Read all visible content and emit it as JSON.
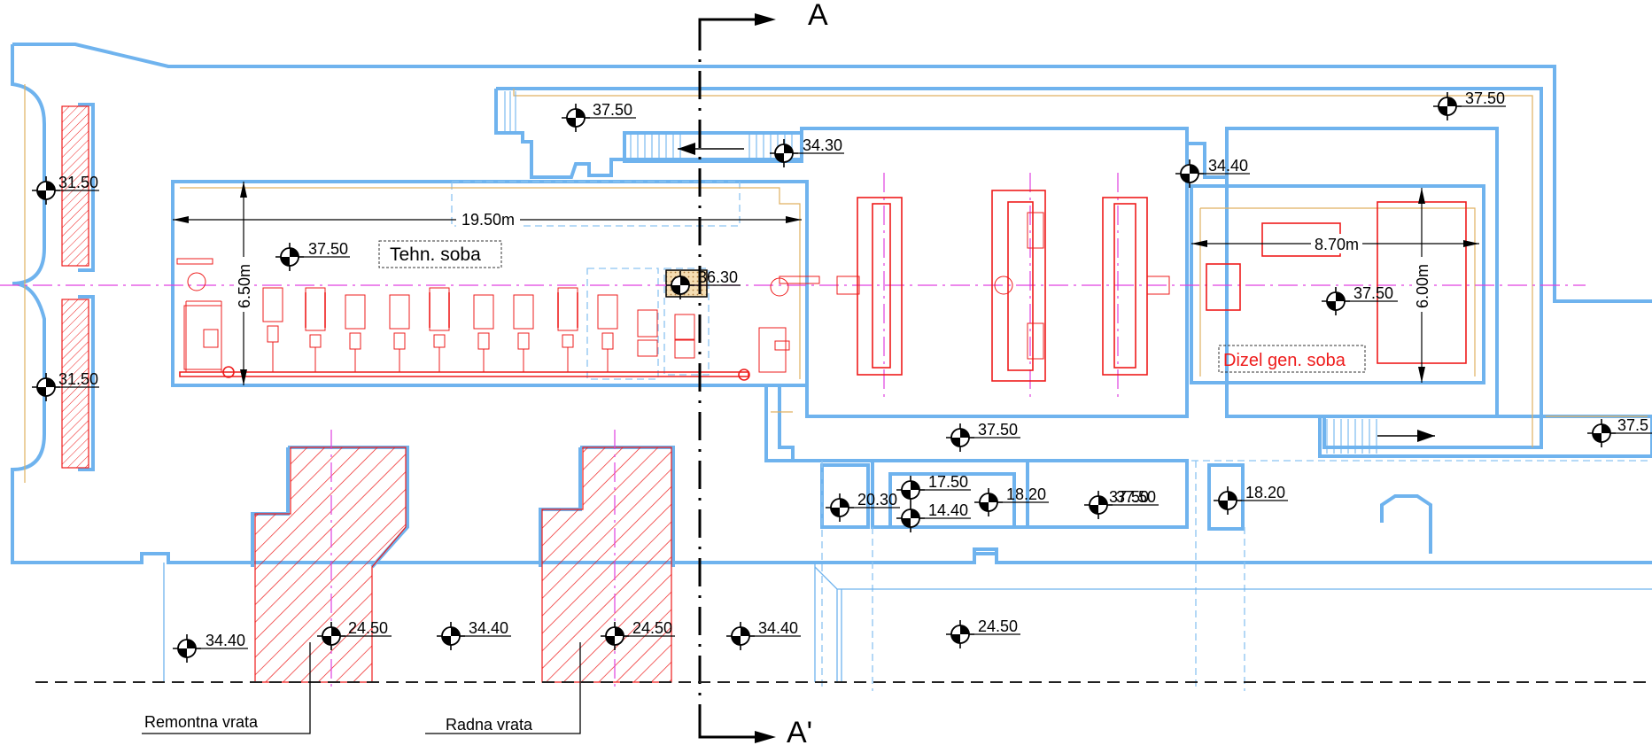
{
  "section": {
    "top": "A",
    "bottom": "A'"
  },
  "dimensions": {
    "length": "19.50m",
    "width": "6.50m",
    "gen_length": "8.70m",
    "gen_width": "6.00m"
  },
  "rooms": {
    "tech": "Tehn. soba",
    "diesel": "Dizel gen. soba"
  },
  "doors": {
    "repair": "Remontna vrata",
    "work": "Radna vrata"
  },
  "elevations": [
    "37.50",
    "37.50",
    "34.30",
    "34.40",
    "31.50",
    "31.50",
    "37.50",
    "36.30",
    "37.50",
    "37.50",
    "37.50",
    "17.50",
    "14.40",
    "20.30",
    "18.20",
    "37.50",
    "18.20",
    "34.40",
    "24.50",
    "34.40",
    "24.50",
    "34.40",
    "24.50",
    "37.5"
  ],
  "colors": {
    "wall": "#6fb3ee",
    "equipment": "#ee1c1c",
    "axis": "#e040e0",
    "hatch": "#ee1c1c"
  }
}
